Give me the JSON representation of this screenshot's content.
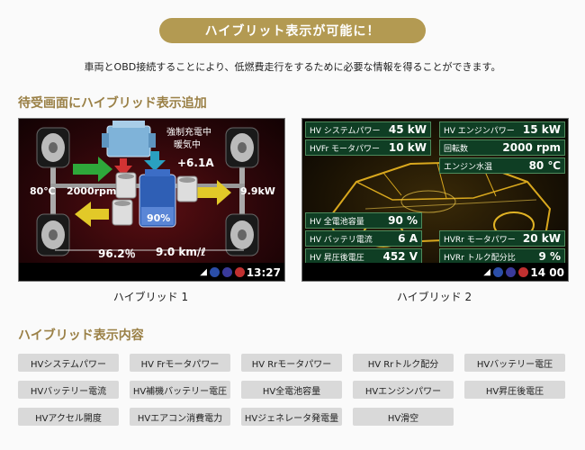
{
  "banner": {
    "title": "ハイブリット表示が可能に！"
  },
  "lead": "車両とOBD接続することにより、低燃費走行をするために必要な情報を得ることができます。",
  "section1": {
    "title": "待受画面にハイブリッド表示追加"
  },
  "screen1": {
    "caption": "ハイブリッド 1",
    "status_top": "強制充電中",
    "status_bottom": "暖気中",
    "charge_current": "+6.1A",
    "temp": "80℃",
    "rpm": "2000rpm",
    "power": "9.9kW",
    "battery_pct": "90%",
    "percent": "96.2％",
    "fuel": "9.0 km/ℓ",
    "clock": "13:27",
    "colors": {
      "engine": "#7fb3d9",
      "battery": "#2f5fb5",
      "green_arrow": "#2ea83a",
      "yellow_arrow": "#e2c928"
    }
  },
  "screen2": {
    "caption": "ハイブリッド 2",
    "labels": [
      {
        "name": "HV システムパワー",
        "value": "45 kW"
      },
      {
        "name": "HVFr モータパワー",
        "value": "10 kW"
      },
      {
        "name": "HV エンジンパワー",
        "value": "15 kW"
      },
      {
        "name": "回転数",
        "value": "2000 rpm"
      },
      {
        "name": "エンジン水温",
        "value": "80 ℃"
      },
      {
        "name": "HV 全電池容量",
        "value": "90 %"
      },
      {
        "name": "HV バッテリ電流",
        "value": "6 A"
      },
      {
        "name": "HV 昇圧後電圧",
        "value": "452 V"
      },
      {
        "name": "HVRr モータパワー",
        "value": "20 kW"
      },
      {
        "name": "HVRr トルク配分比",
        "value": "9 %"
      }
    ],
    "clock": "14 00"
  },
  "section2": {
    "title": "ハイブリッド表示内容"
  },
  "items": [
    "HVシステムパワー",
    "HV Frモータパワー",
    "HV Rrモータパワー",
    "HV Rrトルク配分",
    "HVバッテリー電圧",
    "HVバッテリー電流",
    "HV補機バッテリー電圧",
    "HV全電池容量",
    "HVエンジンパワー",
    "HV昇圧後電圧",
    "HVアクセル開度",
    "HVエアコン消費電力",
    "HVジェネレータ発電量",
    "HV滑空"
  ]
}
